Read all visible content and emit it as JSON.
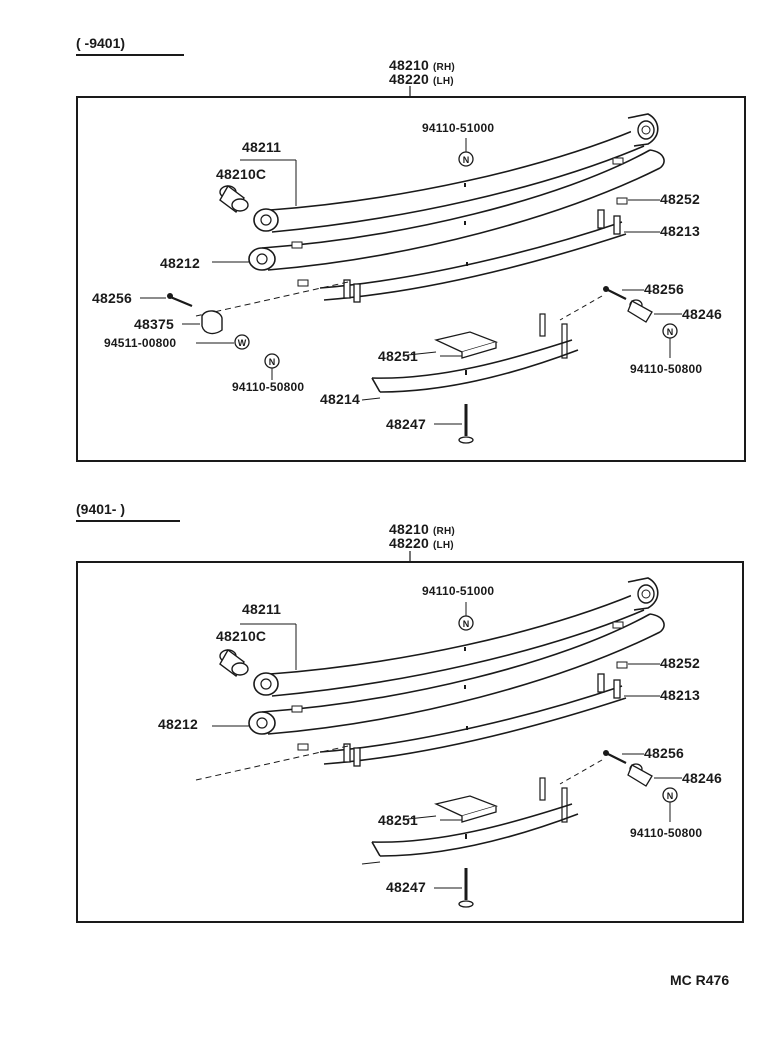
{
  "panels": [
    {
      "range": "(      -9401)",
      "assembly_rh": "48210",
      "assembly_rh_side": "(RH)",
      "assembly_lh": "48220",
      "assembly_lh_side": "(LH)",
      "parts": {
        "p94110_51000": "94110-51000",
        "p48211": "48211",
        "p48210c": "48210C",
        "p48252": "48252",
        "p48213": "48213",
        "p48212": "48212",
        "p48256_left": "48256",
        "p48256_right": "48256",
        "p48246": "48246",
        "p48375": "48375",
        "p94511": "94511-00800",
        "p94110_50800_left": "94110-50800",
        "p94110_50800_right": "94110-50800",
        "p48251": "48251",
        "p48214": "48214",
        "p48247": "48247"
      },
      "symbols": {
        "n": "N",
        "w": "W"
      }
    },
    {
      "range": "(9401-      )",
      "assembly_rh": "48210",
      "assembly_rh_side": "(RH)",
      "assembly_lh": "48220",
      "assembly_lh_side": "(LH)",
      "parts": {
        "p94110_51000": "94110-51000",
        "p48211": "48211",
        "p48210c": "48210C",
        "p48252": "48252",
        "p48213": "48213",
        "p48212": "48212",
        "p48256_right": "48256",
        "p48246": "48246",
        "p94110_50800_right": "94110-50800",
        "p48251": "48251",
        "p48247": "48247"
      },
      "symbols": {
        "n": "N"
      }
    }
  ],
  "footer": {
    "code": "MC  R476"
  }
}
